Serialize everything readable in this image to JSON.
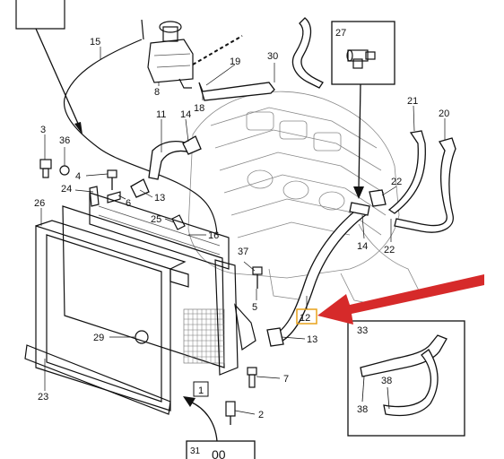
{
  "diagram": {
    "callouts": [
      {
        "key": "n15",
        "text": "15"
      },
      {
        "key": "n8",
        "text": "8"
      },
      {
        "key": "n30",
        "text": "30"
      },
      {
        "key": "n19",
        "text": "19"
      },
      {
        "key": "n18",
        "text": "18"
      },
      {
        "key": "n27",
        "text": "27"
      },
      {
        "key": "n3",
        "text": "3"
      },
      {
        "key": "n36",
        "text": "36"
      },
      {
        "key": "n11",
        "text": "11"
      },
      {
        "key": "n14a",
        "text": "14"
      },
      {
        "key": "n21",
        "text": "21"
      },
      {
        "key": "n20",
        "text": "20"
      },
      {
        "key": "n4",
        "text": "4"
      },
      {
        "key": "n24",
        "text": "24"
      },
      {
        "key": "n26",
        "text": "26"
      },
      {
        "key": "n6",
        "text": "6"
      },
      {
        "key": "n13a",
        "text": "13"
      },
      {
        "key": "n25",
        "text": "25"
      },
      {
        "key": "n16",
        "text": "16"
      },
      {
        "key": "n22a",
        "text": "22"
      },
      {
        "key": "n14b",
        "text": "14"
      },
      {
        "key": "n22b",
        "text": "22"
      },
      {
        "key": "n37",
        "text": "37"
      },
      {
        "key": "n5",
        "text": "5"
      },
      {
        "key": "n12",
        "text": "12"
      },
      {
        "key": "n29",
        "text": "29"
      },
      {
        "key": "n13b",
        "text": "13"
      },
      {
        "key": "n33",
        "text": "33"
      },
      {
        "key": "n38a",
        "text": "38"
      },
      {
        "key": "n38b",
        "text": "38"
      },
      {
        "key": "n7",
        "text": "7"
      },
      {
        "key": "n1",
        "text": "1"
      },
      {
        "key": "n2",
        "text": "2"
      },
      {
        "key": "n23",
        "text": "23"
      },
      {
        "key": "n31",
        "text": "31"
      }
    ],
    "highlight_color": "#d62a2a",
    "label_highlight_border": "#e8a21a",
    "bottom_box_glyphs": "00"
  }
}
